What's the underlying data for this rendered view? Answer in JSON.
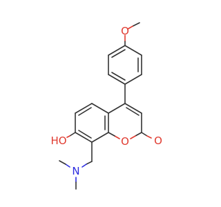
{
  "molecule": {
    "atom_labels": {
      "methoxy_o": "O",
      "hydroxy": "HO",
      "ring_o": "O",
      "carbonyl_o": "O",
      "amine_n": "N"
    },
    "colors": {
      "bond": "#333333",
      "oxygen": "#e03a2f",
      "nitrogen": "#2b2be0",
      "background": "#ffffff"
    }
  }
}
